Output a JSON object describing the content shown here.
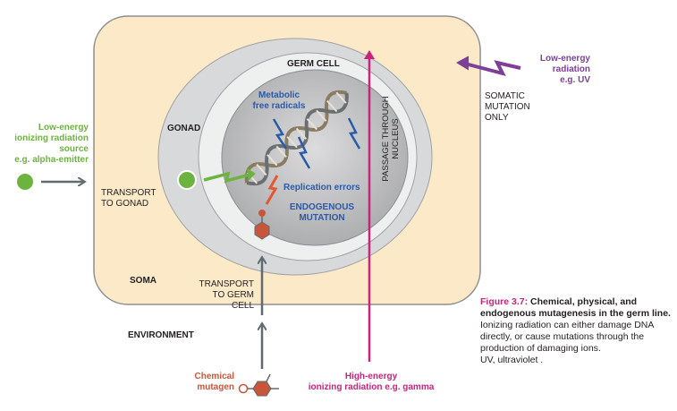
{
  "labels": {
    "germ_cell": "GERM CELL",
    "gonad": "GONAD",
    "soma": "SOMA",
    "environment": "ENVIRONMENT",
    "metabolic": [
      "Metabolic",
      "free radicals"
    ],
    "replication": "Replication errors",
    "endogenous": [
      "ENDOGENOUS",
      "MUTATION"
    ],
    "passage": [
      "PASSAGE THROUGH",
      "NUCLEUS"
    ],
    "low_energy_source": [
      "Low-energy",
      "ionizing radiation",
      "source",
      "e.g. alpha-emitter"
    ],
    "transport_gonad": [
      "TRANSPORT",
      "TO GONAD"
    ],
    "transport_germ": [
      "TRANSPORT",
      "TO GERM",
      "CELL"
    ],
    "low_energy_uv": [
      "Low-energy",
      "radiation",
      "e.g. UV"
    ],
    "somatic": [
      "SOMATIC",
      "MUTATION",
      "ONLY"
    ],
    "chemical": [
      "Chemical",
      "mutagen"
    ],
    "high_energy": [
      "High-energy",
      "ionizing radiation e.g. gamma"
    ]
  },
  "caption": {
    "fig": "Figure 3.7:",
    "title": " Chemical, physical, and endogenous mutagenesis in the germ line.",
    "body": "Ionizing radiation can either damage DNA directly, or cause mutations through the production of damaging ions.",
    "abbrev": "UV, ultraviolet ."
  },
  "colors": {
    "soma_fill": "#fbe9c8",
    "gonad_fill": "#d8d9db",
    "germ_ring": "#eceded",
    "nucleus": "#b5b6b8",
    "green": "#6db33f",
    "purple": "#7d3f98",
    "blue": "#2b5aa8",
    "orange": "#c8563a",
    "magenta": "#c8237f",
    "arrow_gray": "#5f6b6d"
  }
}
